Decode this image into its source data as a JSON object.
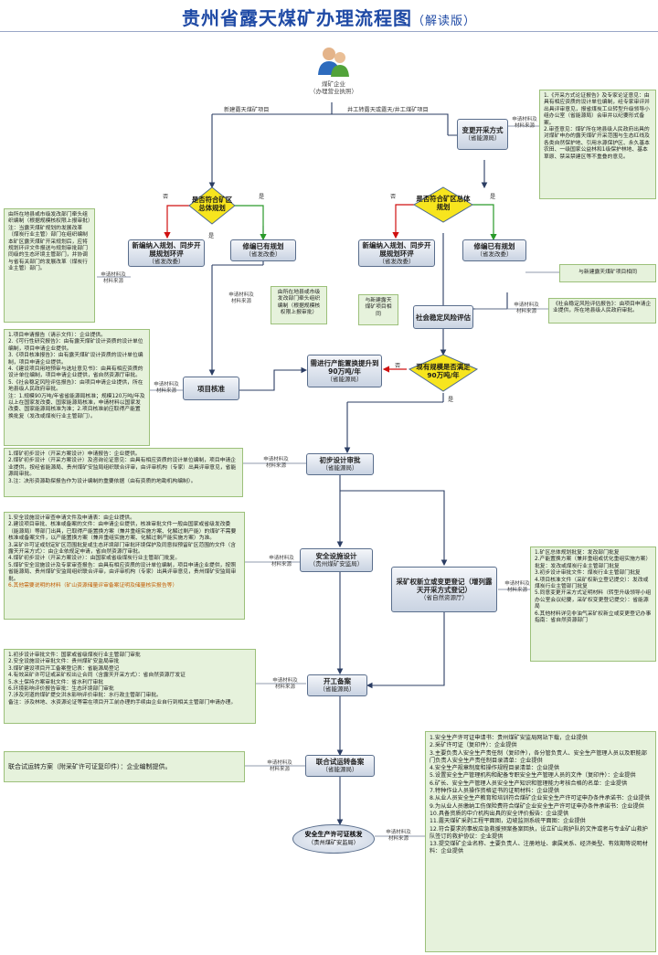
{
  "title": {
    "main": "贵州省露天煤矿办理流程图",
    "sub": "（解读版）"
  },
  "start": {
    "line1": "煤矿企业",
    "line2": "（办理营业执照）"
  },
  "branch_labels": {
    "new": "新建露天煤矿项目",
    "transfer": "井工转露天或露天/井工煤矿项目",
    "no": "否",
    "yes": "是"
  },
  "nodes": {
    "change_mining": {
      "label": "变更开采方式",
      "sub": "（省能源局）"
    },
    "diamond_left": {
      "label": "是否符合矿区总体规划"
    },
    "diamond_right": {
      "label": "是否符合矿区总体规划"
    },
    "new_plan_left": {
      "label": "新编纳入规划、同步开展规划环评",
      "sub": "（省发改委）"
    },
    "revise_left": {
      "label": "修编已有规划",
      "sub": "（省发改委）"
    },
    "new_plan_right": {
      "label": "新编纳入规划、同步开展规划环评",
      "sub": "（省发改委）"
    },
    "revise_right": {
      "label": "修编已有规划",
      "sub": "（省发改委）"
    },
    "risk_assess": {
      "label": "社会稳定风险评估"
    },
    "capacity_replace": {
      "label": "需进行产能置换提升到90万吨/年",
      "sub": "（省能源局）"
    },
    "diamond_scale": {
      "label": "现有规模是否满足90万吨/年"
    },
    "project_approval": {
      "label": "项目核准"
    },
    "prelim_design": {
      "label": "初步设计审批",
      "sub": "（省能源局）"
    },
    "safety_design": {
      "label": "安全设施设计",
      "sub": "（贵州煤矿安监局）"
    },
    "mining_right": {
      "label": "采矿权新立或变更登记（增列露天开采方式登记）",
      "sub": "（省自然资源厅）"
    },
    "construction_record": {
      "label": "开工备案",
      "sub": "（省能源局）"
    },
    "trial_record": {
      "label": "联合试运转备案",
      "sub": "（省能源局）"
    },
    "safety_license": {
      "label": "安全生产许可证核发",
      "sub": "（贵州煤矿安监局）"
    }
  },
  "apply_label": {
    "line1": "申请材料及",
    "line2": "材料来源"
  },
  "notes": {
    "left_plan": "由所在地县或市级发改部门牵头组织编制（根据规模核权限上报审批）",
    "same_as_new": "与新建露天煤矿项目相同",
    "same_as_new_short": "与新建露天煤矿项目相同",
    "no_label": "否",
    "yes_label": "是"
  },
  "green": {
    "change_mining": [
      "1.《开采方式论证报告》及专家论证意见：由具有相应资质的设计单位编制，经专家审评并出具评审意见，报省煤炭工业转型升级领导小组办公室（省能源局）会审并以纪要形式备案。",
      "2.审查意见：煤矿所在地县级人民政府出具的对煤矿申办的露天煤矿开采范围与生态红线及各类自然保护地、引用水源保护区、永久基本农田、一级国家公益林和1级保护林地、基本草原、禁采禁建区等不重叠的意见。"
    ],
    "left_plan": [
      "由所在地县或市级发改部门牵头组织编制（根据规模核权限上报审批）",
      "注：当露天煤矿规划的发展改革（煤炭行业主管）部门在组织编制本矿区露天煤矿开采规划后，应将规划环评文件报送与规划审批部门同级的生态环境主管部门，并协调与省有关部门的发展改革（煤炭行业主管）部门。"
    ],
    "project_approval": [
      "1.项目申请报告（请示文件）：企业提供。",
      "2.《可行性研究报告》：由有露天煤矿设计资质的设计单位编制，项目申请企业提供。",
      "3.《项目核准报告》：由有露天煤矿设计资质的设计单位编制，项目申请企业提供。",
      "4.《建设项目用地预审与选址意见书》：由具有相应资质的设计单位编制，项目申请企业提供，省自然资源厅审批。",
      "5.《社会稳定风险评估报告》：由项目申请企业提供，所在地县级人民政府审批。",
      "注：1.规模90万吨/年省省能源局核准；规模120万吨/年及以上在国家发改委、国家能源局核准，申请材料以国家发改委、国家能源局核准为准；2.项目核准前应取得产能置换批复（发改或煤炭行业主管部门）。"
    ],
    "risk_assess": [
      "《社会稳定风险评估报告》：由项目申请企业提供，所在地县级人民政府审批。"
    ],
    "prelim_design": [
      "1.煤矿初步设计（开采方案设计）申请报告：企业提供。",
      "2.煤矿初步设计（开采方案设计）及咨询论证意见：由具有相应资质的设计单位编制，项目申请企业提供，按经省能源局、贵州煤矿安监局组织联合评审，由评审机构（专家）出具评审意见，省能源局审批。",
      "3.注：决形资源勘探报告作为设计编制的重要依据（由有资质的地勘机构编制）。"
    ],
    "safety_design": [
      "1.安全设施设计审查申请文件及申请表：由企业提供。",
      "2.建设项目审批、核准或备案的文件：由申请企业提供，核准审批文件一般由国家或省级发改委（能源局）等部门出具，已取得产能置换方案（兼并重组实施方案、化解过剩产能）的煤矿不需要核准或备案文件，以产能置换方案（兼并重组实施方案、化解过剩产能实施方案）为准。",
      "3.采矿许可证或划定矿区范围批复或生态环境部门审批环境保护及同意拟预留矿区范围的文件（含露天开采方式）：由企业依规定申请，省自然资源厅审批。",
      "4.煤矿初步设计（开采方案设计）：由国家或省级煤炭行业主管部门批复。",
      "5.煤矿安全设施设计及专家审查报告：由具有相应资质的设计单位编制，项目申请企业提供，按照省能源局、贵州煤矿安监局组织联合评审，由评审机构（专家）出具评审意见，贵州煤矿安监局审批。",
      "6.其他需要说明的材料（矿山资源储量评审备案证明及储量核实报告等）"
    ],
    "mining_right": [
      "1.矿区总体规划批复：发改部门批复",
      "2.产能置换方案（兼并重组或优化重组实施方案）批复：发改或煤炭行业主管部门批复",
      "3.初步设计审批文件：煤炭行业主管部门批复",
      "4.项目核准文件（采矿权新立登记提交）：发改或煤炭行业主管部门批复",
      "5.同意变更开采方式证明材料（转型升级领导小组办公室会议纪要，采矿权变更登记提交）：省能源局",
      "6.其他材料详见非油气采矿权新立或变更登记办事指南：省自然资源部门"
    ],
    "construction_record": [
      "1.初步设计审批文件：国家或省级煤炭行业主管部门审批",
      "2.安全设施设计审批文件：贵州煤矿安监局审批",
      "3.煤矿建设项目开工备案登记表：省能源局登记",
      "4.有效采矿许可证或采矿权出让合同（含露天开采方式）：省自然资源厅发证",
      "5.水土保持方案审批文件：省水利厅审批",
      "6.环境影响评价报告审批：生态环境部门审批",
      "7.涉及河道的煤矿提交洪水影响评价审批：水行政主管部门审批。",
      "备注：涉及林地、水资源论证等需在项目开工前办理的手续由企业自行到相关主管部门申请办理。"
    ],
    "trial_record": [
      "联合试运转方案（附采矿许可证复印件）：企业编制提供。"
    ],
    "safety_license": [
      "1.安全生产许可证申请书：贵州煤矿安监局网站下载，企业提供",
      "2.采矿许可证（复印件）：企业提供",
      "3.主要负责人安全生产责任制（复印件），各分管负责人、安全生产管理人员以及职能部门负责人安全生产责任制目录清单：企业提供",
      "4.安全生产规章制度和操作规程目录清单：企业提供",
      "5.设置安全生产管理机构和配备专职安全生产管理人员的文件（复印件）：企业提供",
      "6.矿长、安全生产管理人员安全生产知识和管理能力考核合格的名单：企业提供",
      "7.特种作业人员操作资格证书的证明材料：企业提供",
      "8.从业人员安全生产教育和培训符合煤矿企业安全生产许可证申办条件承诺书：企业提供",
      "9.为从业人员缴纳工伤保险费符合煤矿企业安全生产许可证申办条件承诺书：企业提供",
      "10.具备资质的中介机构出具的安全评价报告：企业提供",
      "11.露天煤矿采剥工程平面图，边坡监测系统平面图：企业提供",
      "12.符合要求的事故应急救援预案备案回执，设立矿山救护队的文件或者与专业矿山救护队签订的救护协议：企业提供",
      "13.提交煤矿企业名称、主要负责人、注册地址、隶属关系、经济类型、有效期等说明材料：企业提供"
    ]
  }
}
